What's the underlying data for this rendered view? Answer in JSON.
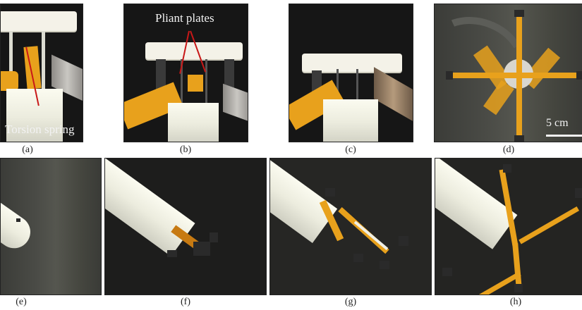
{
  "figure": {
    "panels": [
      {
        "id": "a",
        "caption": "(a)",
        "annotation": "Torsion spring",
        "description": "Gripper mechanism close-up with torsion spring indicated"
      },
      {
        "id": "b",
        "caption": "(b)",
        "annotation": "Pliant plates",
        "description": "Gripper mechanism with pliant plates indicated"
      },
      {
        "id": "c",
        "caption": "(c)",
        "annotation": "",
        "description": "Gripper mechanism, plates closed"
      },
      {
        "id": "d",
        "caption": "(d)",
        "annotation": "",
        "scale_bar": "5 cm",
        "description": "Top view of deployed cross-shaped flexible arms"
      },
      {
        "id": "e",
        "caption": "(e)",
        "annotation": "",
        "description": "Tube end, arms stowed"
      },
      {
        "id": "f",
        "caption": "(f)",
        "annotation": "",
        "description": "Arms beginning to emerge from tube"
      },
      {
        "id": "g",
        "caption": "(g)",
        "annotation": "",
        "description": "Arms partially deployed"
      },
      {
        "id": "h",
        "caption": "(h)",
        "annotation": "",
        "description": "Arms fully deployed in cross shape"
      }
    ]
  },
  "colors": {
    "background": "#ffffff",
    "flex_circuit": "#e8a11c",
    "dark_backdrop": "#161616",
    "gray_backdrop": "#4a4b46",
    "white_part": "#f4f2e8"
  }
}
